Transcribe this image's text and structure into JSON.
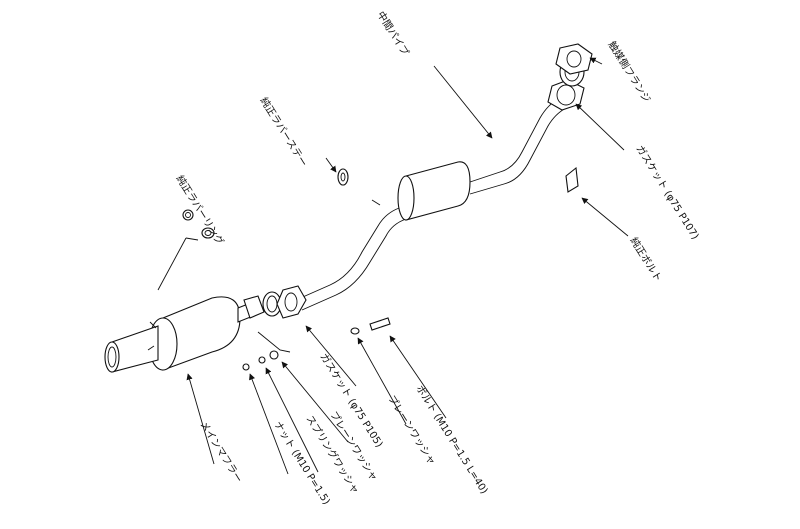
{
  "labels": {
    "mid_pipe": "中間パイプ",
    "cat_flange": "触媒側フランジ",
    "gasket_top": "ガスケット (φ75 P107)",
    "stock_bolt": "純正ボルト",
    "rubber_stay": "純正ラバーステー",
    "rubber_ring": "純正ラバーリング",
    "gasket_mid": "ガスケット (φ75 P105)",
    "bolt_mid": "ボルト (M10 P=1.5 L=40)",
    "plain_washer_mid": "プレーンワッシャ",
    "plain_washer_lower": "プレーンワッシャ",
    "spring_washer": "スプリングワッシャ",
    "nut": "ナット (M10 P=1.5)",
    "main_muffler": "メインマフラー"
  }
}
